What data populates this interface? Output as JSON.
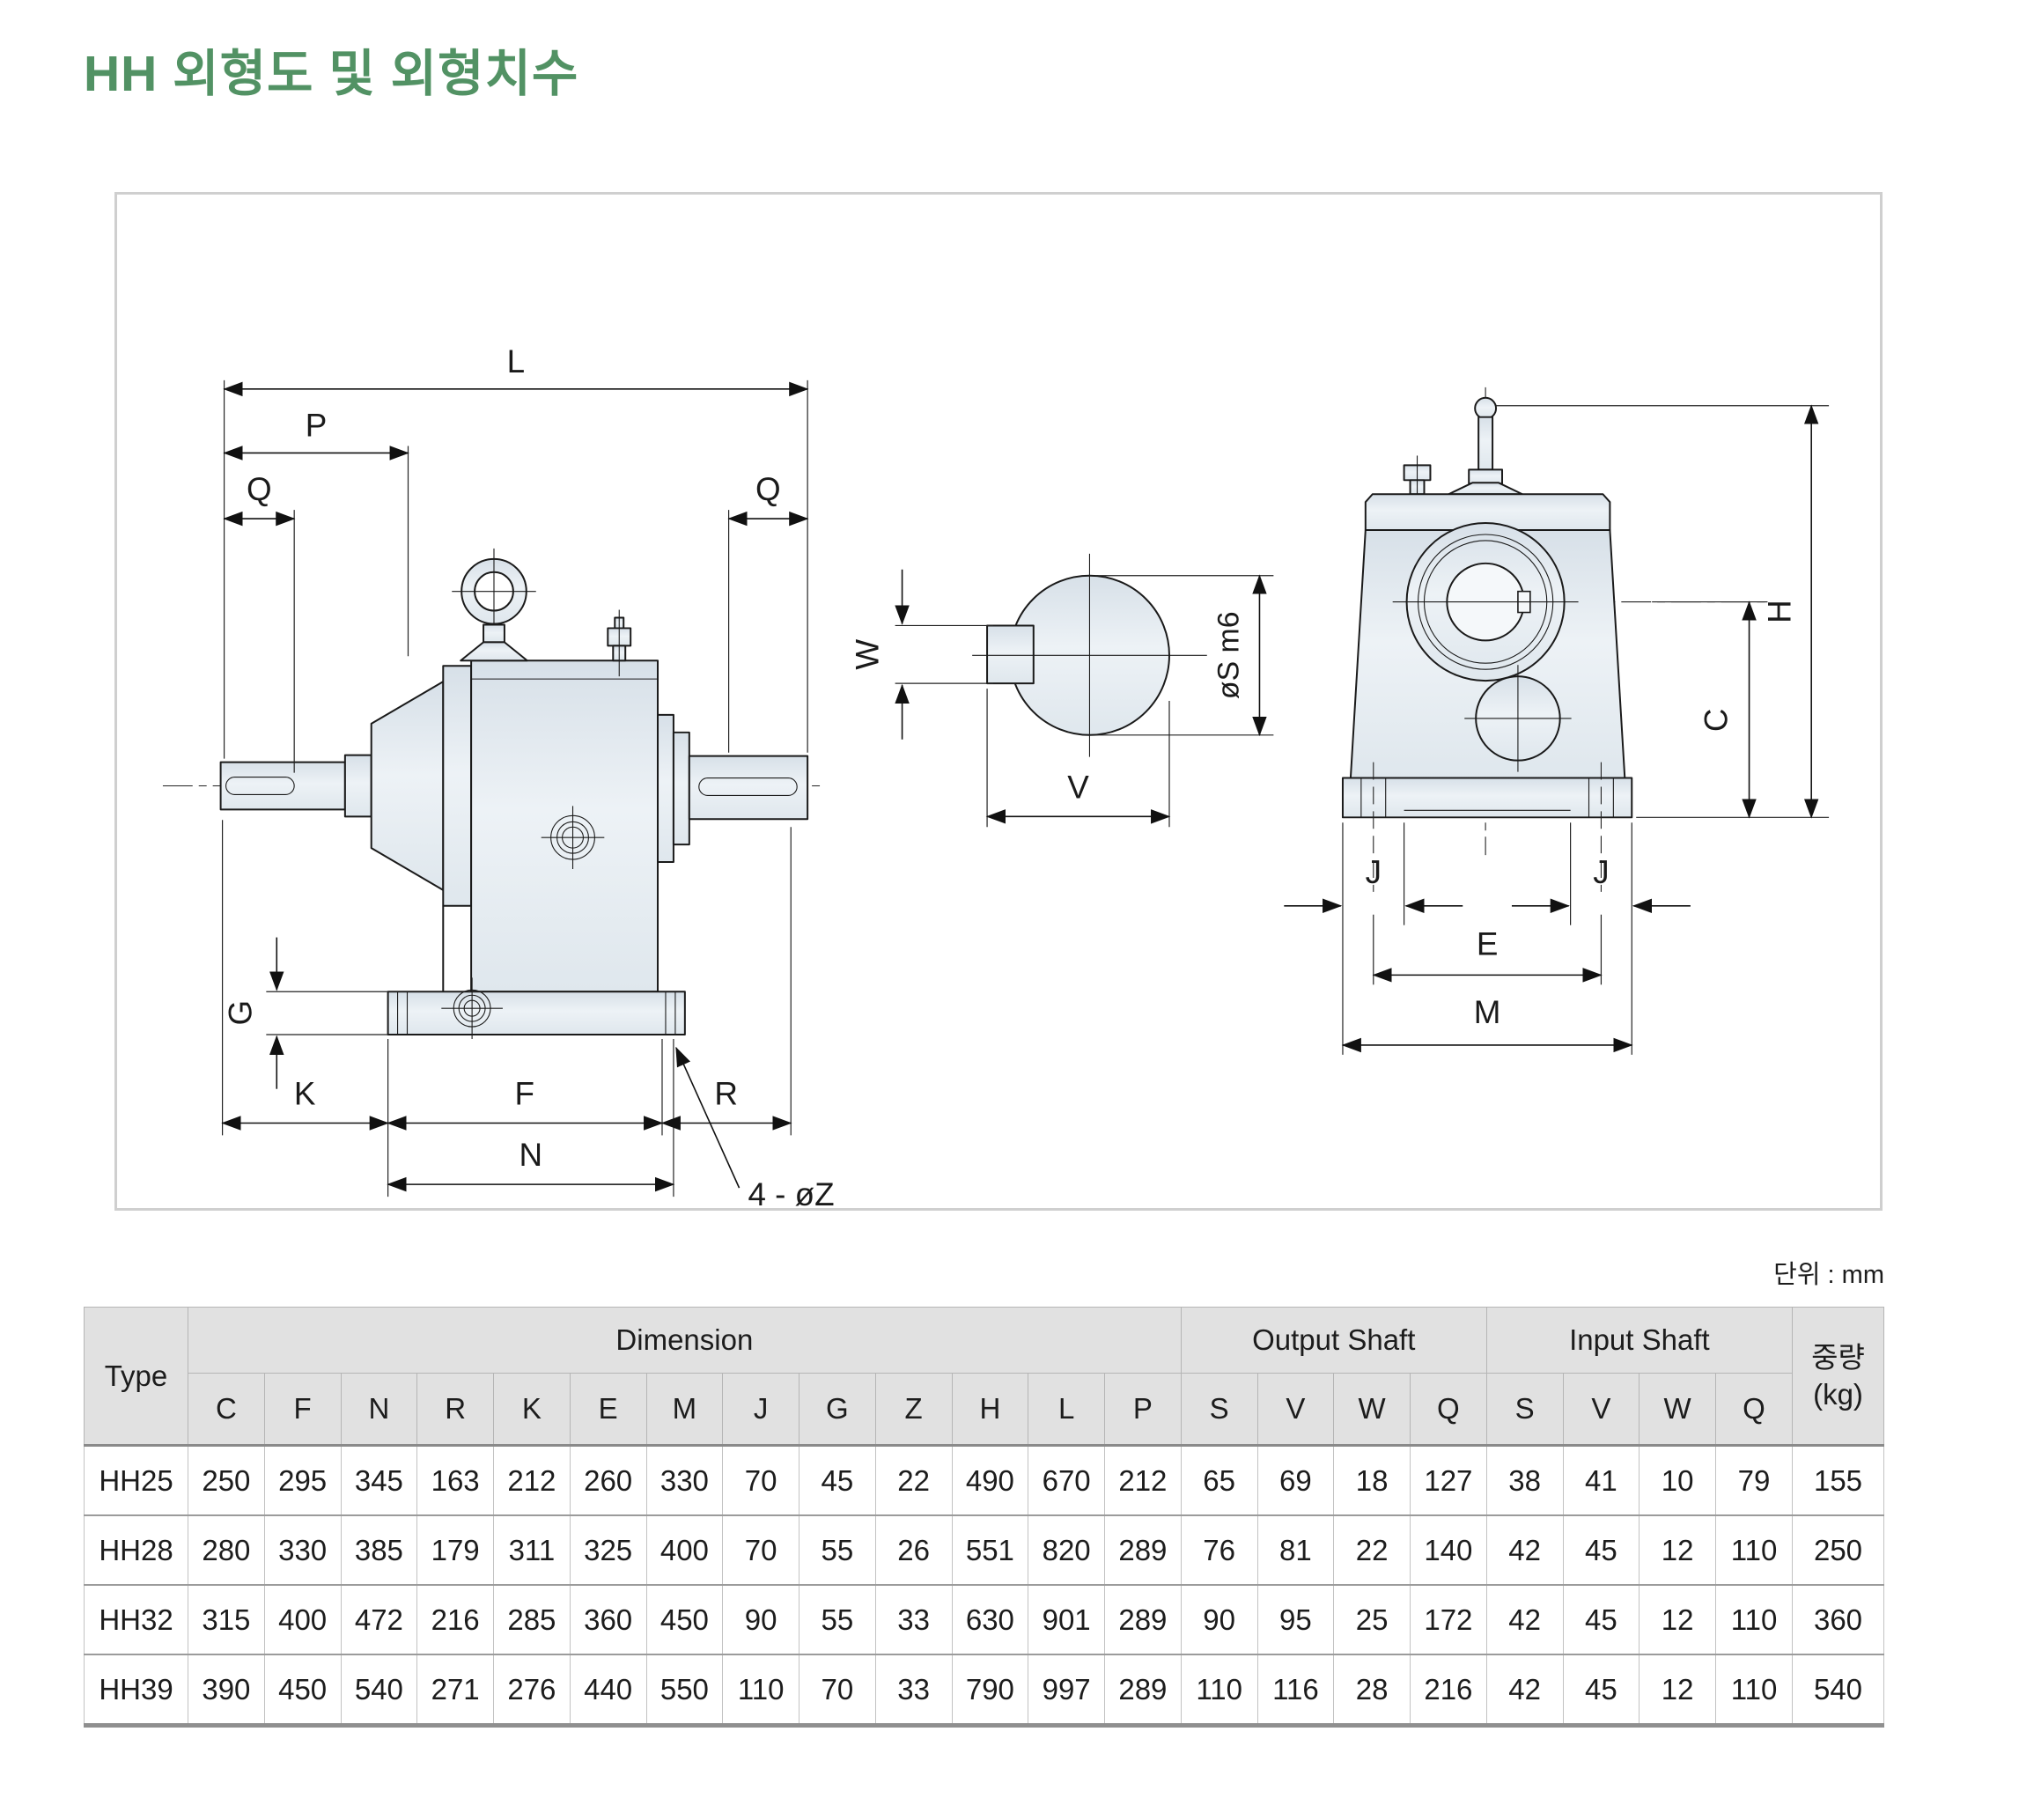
{
  "page": {
    "title": "HH 외형도 및 외형치수",
    "unit_note": "단위 : mm"
  },
  "diagram": {
    "labels": {
      "L": "L",
      "P": "P",
      "Q_left": "Q",
      "Q_right": "Q",
      "G": "G",
      "K": "K",
      "F": "F",
      "R": "R",
      "N": "N",
      "holes": "4 - øZ",
      "W": "W",
      "V": "V",
      "S": "øS m6",
      "H": "H",
      "C": "C",
      "J_left": "J",
      "J_right": "J",
      "E": "E",
      "M": "M"
    }
  },
  "table": {
    "header": {
      "type": "Type",
      "dimension": "Dimension",
      "output": "Output Shaft",
      "input": "Input Shaft",
      "weight": "중량",
      "weight_unit": "(kg)"
    },
    "columns": [
      "C",
      "F",
      "N",
      "R",
      "K",
      "E",
      "M",
      "J",
      "G",
      "Z",
      "H",
      "L",
      "P",
      "S",
      "V",
      "W",
      "Q",
      "S",
      "V",
      "W",
      "Q"
    ],
    "rows": [
      {
        "type": "HH25",
        "values": [
          250,
          295,
          345,
          163,
          212,
          260,
          330,
          70,
          45,
          22,
          490,
          670,
          212,
          65,
          69,
          18,
          127,
          38,
          41,
          10,
          79,
          155
        ]
      },
      {
        "type": "HH28",
        "values": [
          280,
          330,
          385,
          179,
          311,
          325,
          400,
          70,
          55,
          26,
          551,
          820,
          289,
          76,
          81,
          22,
          140,
          42,
          45,
          12,
          110,
          250
        ]
      },
      {
        "type": "HH32",
        "values": [
          315,
          400,
          472,
          216,
          285,
          360,
          450,
          90,
          55,
          33,
          630,
          901,
          289,
          90,
          95,
          25,
          172,
          42,
          45,
          12,
          110,
          360
        ]
      },
      {
        "type": "HH39",
        "values": [
          390,
          450,
          540,
          271,
          276,
          440,
          550,
          110,
          70,
          33,
          790,
          997,
          289,
          110,
          116,
          28,
          216,
          42,
          45,
          12,
          110,
          540
        ]
      }
    ]
  }
}
